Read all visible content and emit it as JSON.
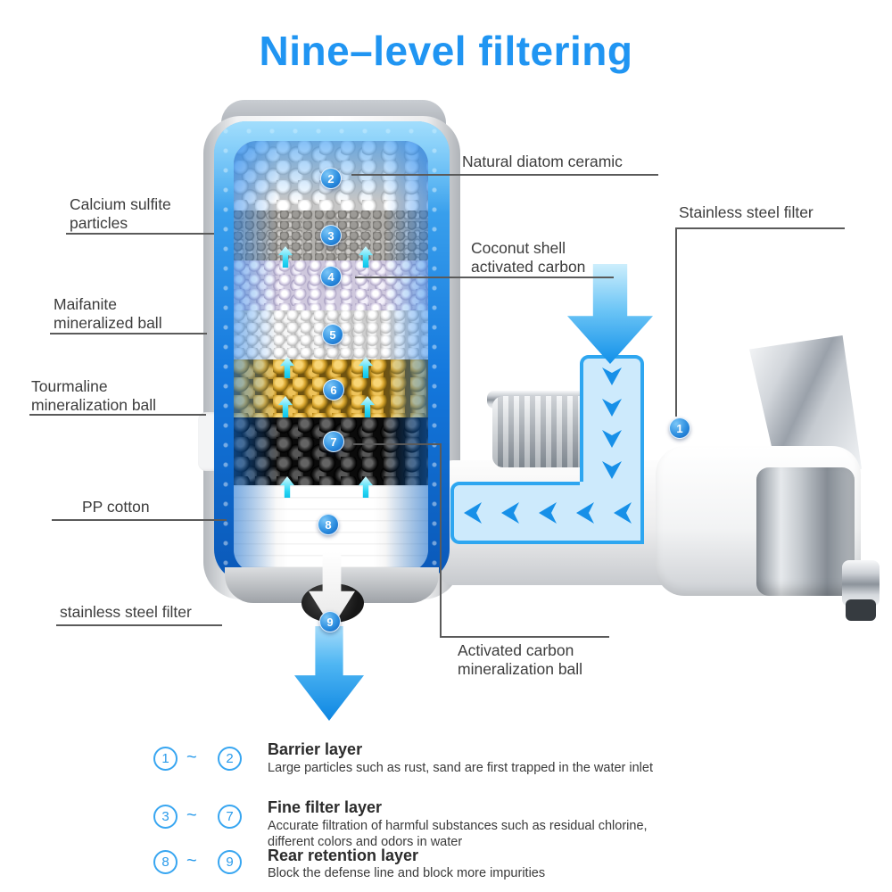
{
  "title": "Nine–level filtering",
  "callouts": {
    "natural_diatom": "Natural diatom ceramic",
    "calcium": "Calcium sulfite particles",
    "stainless_top": "Stainless steel filter",
    "coconut": "Coconut shell activated carbon",
    "maifanite": "Maifanite mineralized ball",
    "tourmaline": "Tourmaline mineralization ball",
    "pp_cotton": "PP cotton",
    "stainless_bottom": "stainless steel filter",
    "activated_carbon": "Activated carbon mineralization ball"
  },
  "badges": {
    "b1": "1",
    "b2": "2",
    "b3": "3",
    "b4": "4",
    "b5": "5",
    "b6": "6",
    "b7": "7",
    "b8": "8",
    "b9": "9"
  },
  "legend": [
    {
      "from": "1",
      "tilde": "~",
      "to": "2",
      "title": "Barrier layer",
      "desc": "Large particles such as rust, sand are first trapped in the water inlet"
    },
    {
      "from": "3",
      "tilde": "~",
      "to": "7",
      "title": "Fine filter layer",
      "desc": "Accurate filtration of harmful substances such as residual chlorine, different colors and odors in water"
    },
    {
      "from": "8",
      "tilde": "~",
      "to": "9",
      "title": "Rear retention layer",
      "desc": "Block the defense line and block more impurities"
    }
  ],
  "colors": {
    "title_blue": "#2095f2",
    "arrow_blue": "#1190e9",
    "flow_cyan": "#27d6f4",
    "badge_blue": "#1673d2",
    "line_gray": "#5a5a5a"
  }
}
